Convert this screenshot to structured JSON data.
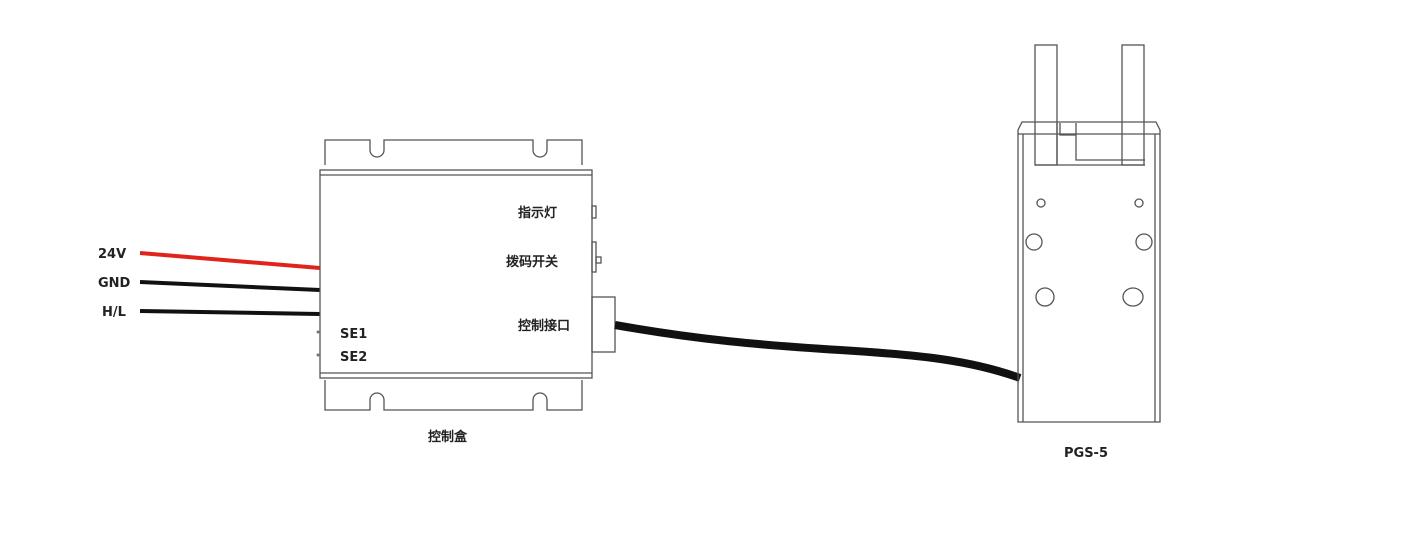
{
  "wires": [
    {
      "label": "24V",
      "color": "#e0241b"
    },
    {
      "label": "GND",
      "color": "#111111"
    },
    {
      "label": "H/L",
      "color": "#111111"
    }
  ],
  "control_box": {
    "title": "控制盒",
    "indicator_label": "指示灯",
    "dip_switch_label": "拨码开关",
    "control_port_label": "控制接口",
    "se1_label": "SE1",
    "se2_label": "SE2"
  },
  "gripper": {
    "model": "PGS-5"
  }
}
